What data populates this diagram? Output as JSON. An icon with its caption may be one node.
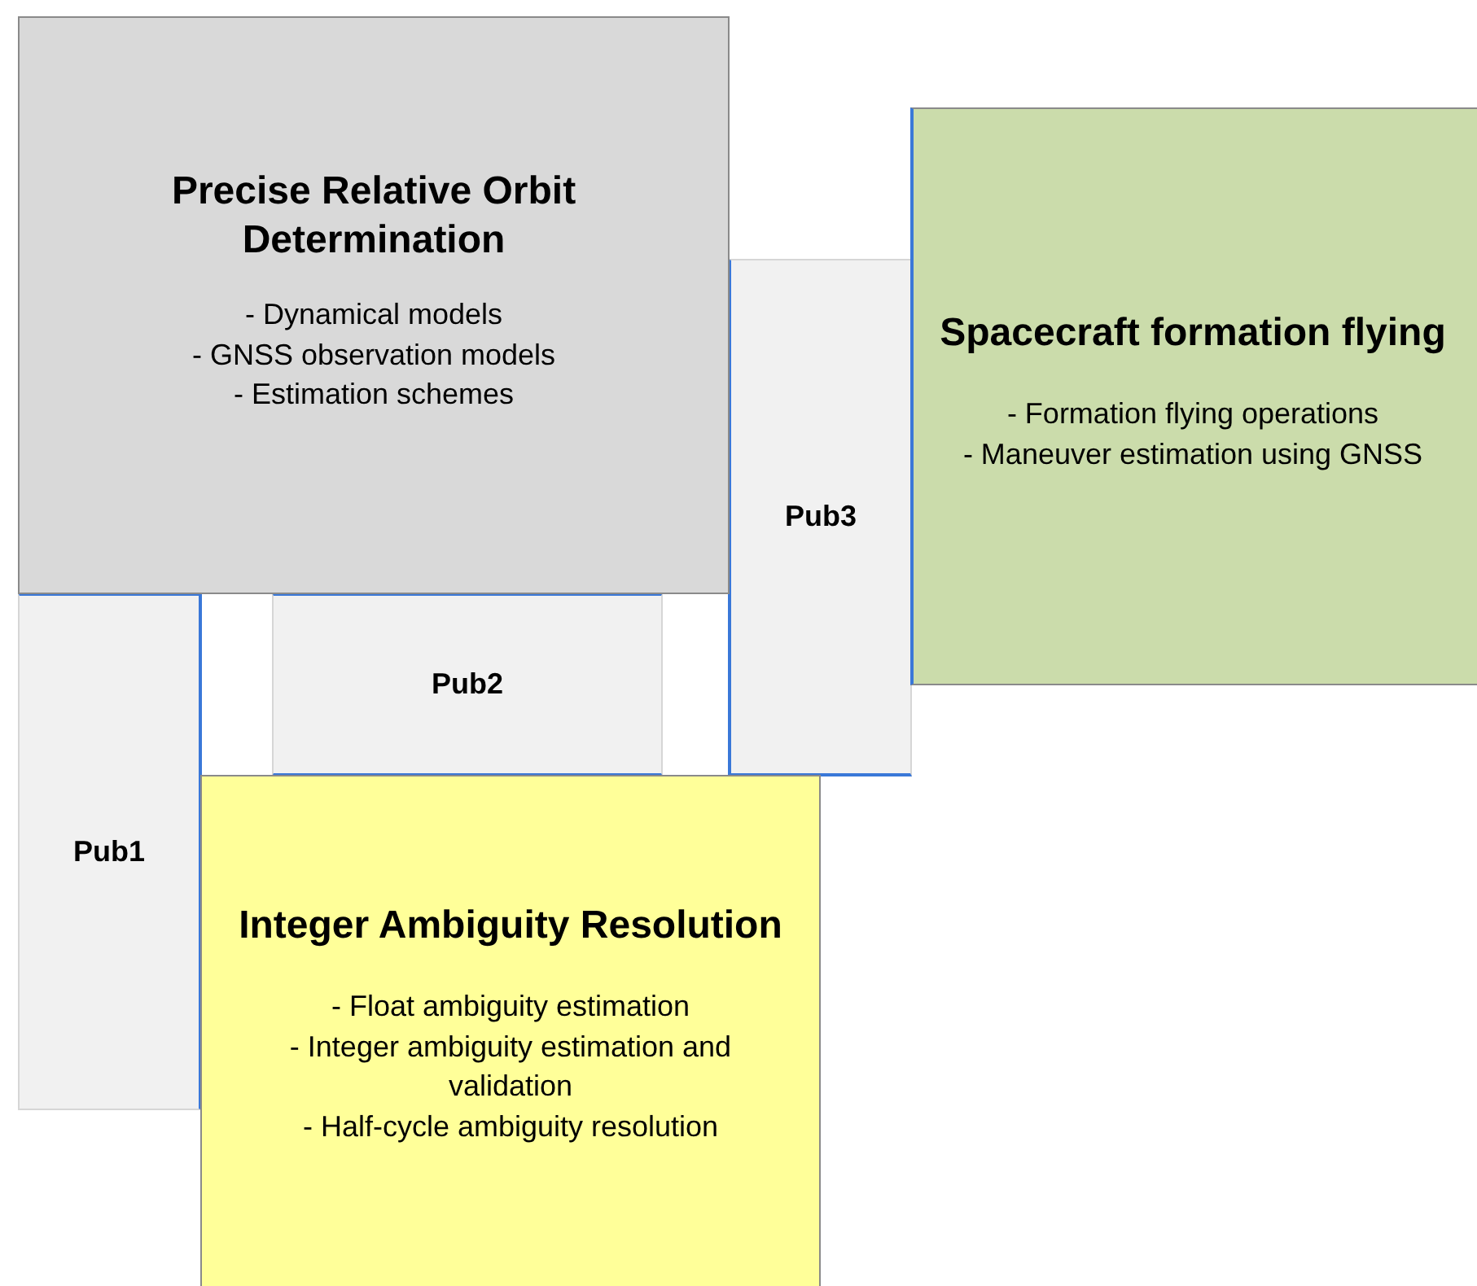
{
  "diagram": {
    "nodes": [
      {
        "text": [
          "Precise Relative Orbit Determination",
          "- Dynamical models",
          "- GNSS observation models",
          "- Estimation schemes"
        ]
      },
      {
        "text": [
          "Spacecraft formation flying",
          "- Formation flying operations",
          "- Maneuver estimation using GNSS"
        ]
      },
      {
        "text": [
          "Pub3"
        ]
      },
      {
        "text": [
          "Pub1"
        ]
      },
      {
        "text": [
          "Pub2"
        ]
      },
      {
        "text": [
          "Integer Ambiguity Resolution",
          "- Float ambiguity estimation",
          "- Integer ambiguity estimation and validation",
          "- Half-cycle ambiguity resolution"
        ]
      }
    ]
  }
}
